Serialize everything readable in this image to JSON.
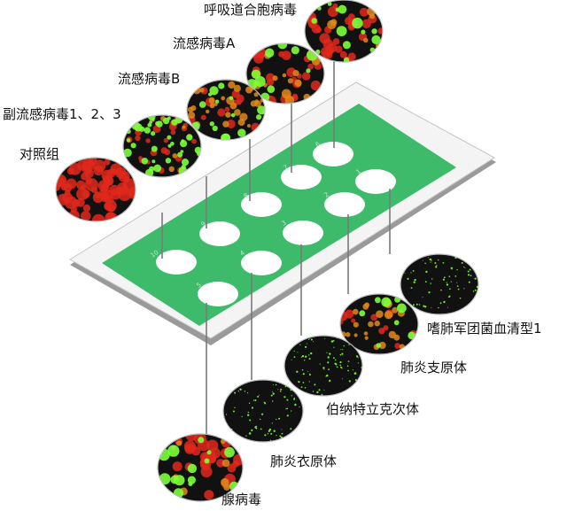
{
  "slide": {
    "panel_color": "#3dbb6a",
    "well_numbers": [
      "10",
      "9",
      "8",
      "7",
      "6",
      "5",
      "4",
      "3",
      "2",
      "1"
    ]
  },
  "top_labels": [
    "呼吸道合胞病毒",
    "流感病毒A",
    "流感病毒B",
    "副流感病毒1、2、3",
    "对照组"
  ],
  "bottom_labels": [
    "嗜肺军团菌血清型1",
    "肺炎支原体",
    "伯纳特立克次体",
    "肺炎衣原体",
    "腺病毒"
  ],
  "colors": {
    "red_cell": "#e0281c",
    "orange_cell": "#e08a1a",
    "green_cell": "#7dff3a",
    "dish_background": "#111111"
  }
}
